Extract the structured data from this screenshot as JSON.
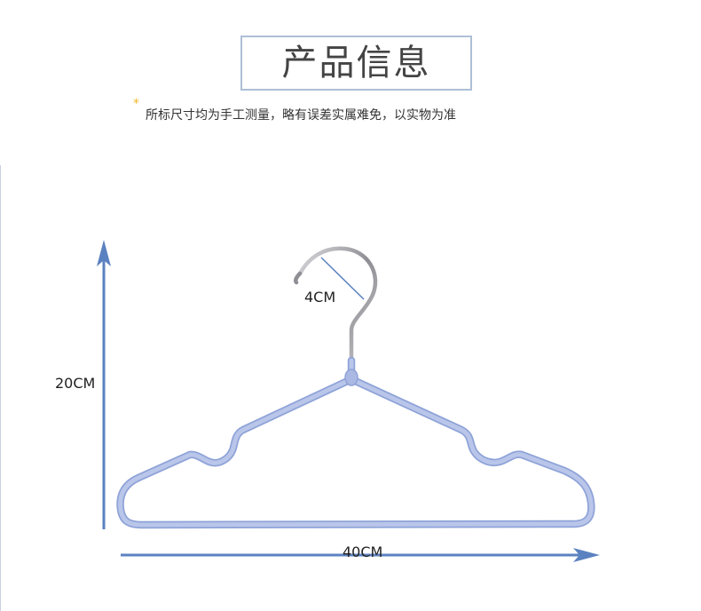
{
  "header": {
    "title": "产品信息"
  },
  "note": {
    "star": "*",
    "text": "所标尺寸均为手工测量，略有误差实属难免，以实物为准"
  },
  "dimensions": {
    "height_label": "20CM",
    "width_label": "40CM",
    "hook_label": "4CM"
  },
  "colors": {
    "hanger": "#aab9e3",
    "hanger_outline": "#8fa3d8",
    "arrow": "#5b82c0",
    "hook_metal": "#9a9a9e",
    "title_border": "#aebfd6",
    "star": "#f0b92a"
  }
}
